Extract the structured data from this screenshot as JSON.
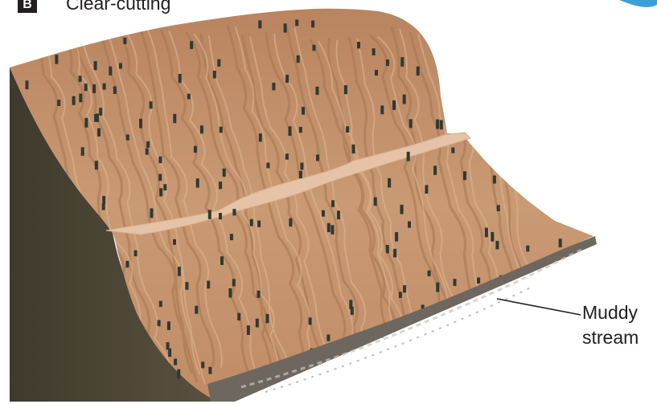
{
  "panel": {
    "letter": "B",
    "title": "Clear-cutting"
  },
  "labels": {
    "stream_line1": "Muddy",
    "stream_line2": "stream"
  },
  "colors": {
    "soil": "#c99a74",
    "soil_light": "#dcb592",
    "soil_dark": "#a7754f",
    "road": "#e6c3a6",
    "cross_section": "#4a4233",
    "stream": "#6d675f",
    "stump": "#2f3a33",
    "corner_icon": "#3aa0d8"
  }
}
